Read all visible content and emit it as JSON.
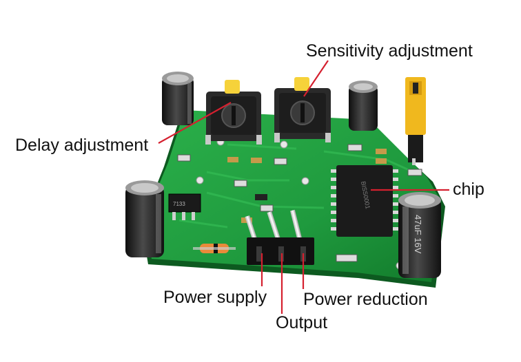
{
  "labels": {
    "sensitivity": "Sensitivity adjustment",
    "delay": "Delay adjustment",
    "chip": "chip",
    "power_supply": "Power supply",
    "power_reduction": "Power reduction",
    "output": "Output"
  },
  "board_marks": {
    "capacitor_right": "47uF 16V",
    "ic_text": "BISS0001",
    "regulator_text": "7133"
  },
  "colors": {
    "pcb": "#1f9a3e",
    "pcb_dark": "#137a2e",
    "pointer": "#d5202f",
    "jumper": "#f0b81e",
    "pot": "#2a2a2a",
    "capacitor": "#1d1d1d"
  }
}
